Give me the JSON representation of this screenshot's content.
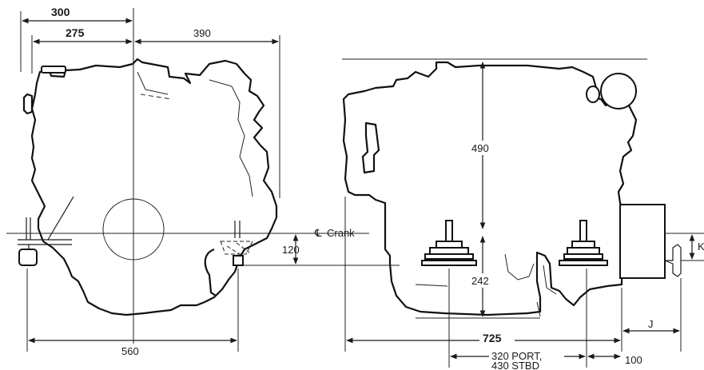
{
  "front_view": {
    "dims": {
      "d300": "300",
      "d275": "275",
      "d390": "390",
      "d560": "560",
      "d120": "120"
    }
  },
  "side_view": {
    "dims": {
      "d490": "490",
      "d242": "242",
      "d725": "725",
      "d320": "320 PORT,",
      "d430": "430 STBD",
      "d100": "100",
      "dJ": "J",
      "dK": "K"
    },
    "crank_symbol": "℄",
    "crank_label": "Crank"
  }
}
